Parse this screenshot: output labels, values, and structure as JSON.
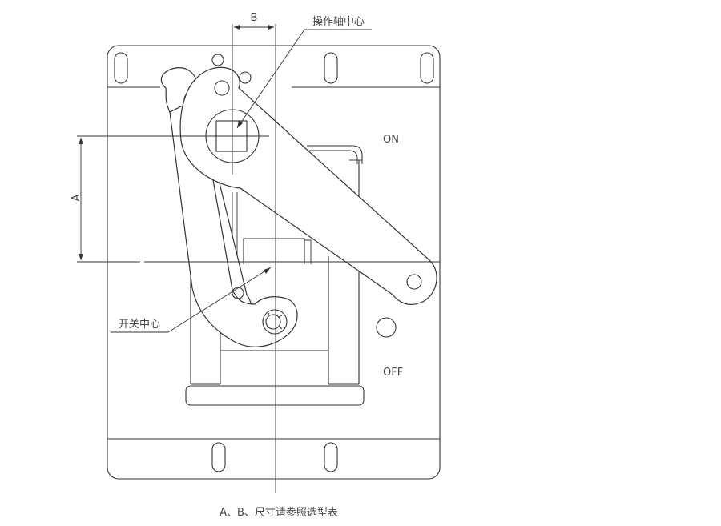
{
  "labels": {
    "dimension_b": "B",
    "dimension_a": "A",
    "shaft_center": "操作轴中心",
    "switch_center": "开关中心",
    "on_label": "ON",
    "off_label": "OFF",
    "footnote": "A、B、尺寸请参照选型表"
  },
  "colors": {
    "line": "#333333",
    "text": "#444444",
    "background": "#ffffff"
  }
}
